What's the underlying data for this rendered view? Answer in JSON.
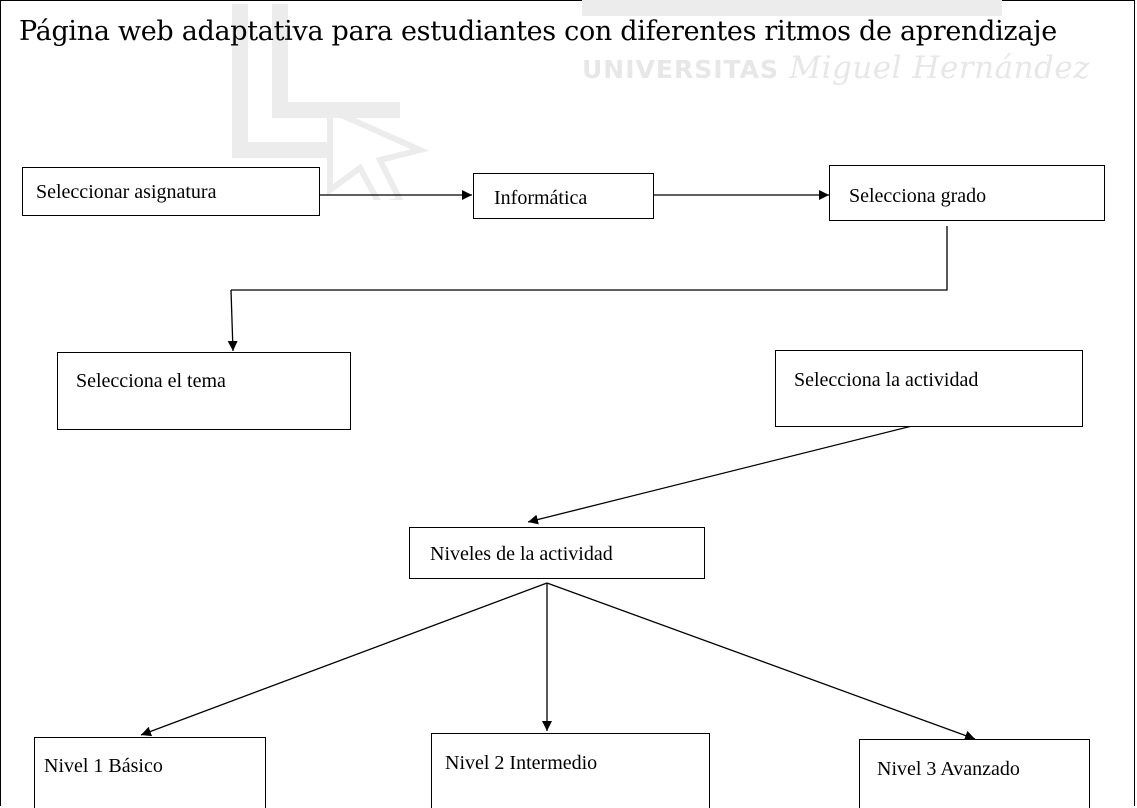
{
  "diagram": {
    "title": "Página web adaptativa para estudiantes con diferentes ritmos de aprendizaje",
    "watermark": {
      "brand": "UNIVERSITAS",
      "name": "Miguel Hernández"
    },
    "nodes": {
      "seleccionar_asignatura": "Seleccionar asignatura",
      "informatica": "Informática",
      "selecciona_grado": "Selecciona grado",
      "selecciona_tema": "Selecciona el tema",
      "selecciona_actividad": "Selecciona la actividad",
      "niveles_actividad": "Niveles de la actividad",
      "nivel_basico": "Nivel 1 Básico",
      "nivel_intermedio": "Nivel 2 Intermedio",
      "nivel_avanzado": "Nivel 3 Avanzado"
    }
  }
}
